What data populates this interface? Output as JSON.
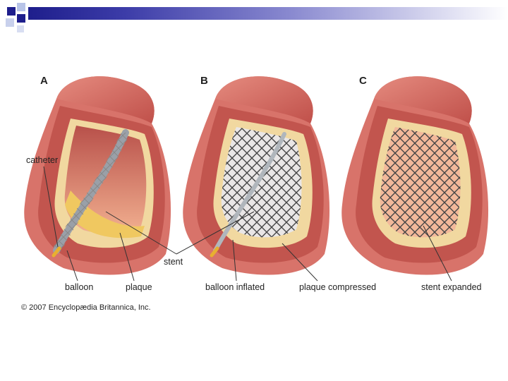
{
  "panels": [
    {
      "letter": "A"
    },
    {
      "letter": "B"
    },
    {
      "letter": "C"
    }
  ],
  "labels": {
    "catheter": "catheter",
    "stent": "stent",
    "balloon": "balloon",
    "plaque": "plaque",
    "balloon_inflated": "balloon inflated",
    "plaque_compressed": "plaque compressed",
    "stent_expanded": "stent expanded"
  },
  "credit": "© 2007 Encyclopædia Britannica, Inc.",
  "colors": {
    "slide_accent": "#1e1e8c",
    "vessel_outer": "#d8736a",
    "vessel_wall": "#c2554e",
    "plaque": "#f0c860",
    "stent": "#555555"
  }
}
